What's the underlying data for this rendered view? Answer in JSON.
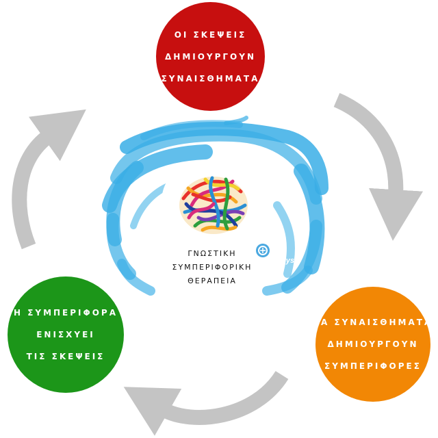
{
  "circles": {
    "thoughts": {
      "lines": [
        "ΟΙ ΣΚΕΨΕΙΣ",
        "ΔΗΜΙΟΥΡΓΟΥΝ",
        "ΣΥΝΑΙΣΘΗΜΑΤΑ"
      ],
      "color": "#c70f0f"
    },
    "emotions": {
      "lines": [
        "ΤΑ ΣΥΝΑΙΣΘΗΜΑΤΑ",
        "ΔΗΜΙΟΥΡΓΟΥΝ",
        "ΣΥΜΠΕΡΙΦΟΡΕΣ"
      ],
      "color": "#f28705"
    },
    "behavior": {
      "lines": [
        "Η ΣΥΜΠΕΡΙΦΟΡΑ",
        "ΕΝΙΣΧΥΕΙ",
        "ΤΙΣ ΣΚΕΨΕΙΣ"
      ],
      "color": "#1c9619"
    }
  },
  "center": {
    "lines": [
      "ΓΝΩΣΤΙΚΗ",
      "ΣΥΜΠΕΡΙΦΟΡΙΚΗ",
      "ΘΕΡΑΠΕΙΑ"
    ]
  },
  "logo": {
    "text": "Pathways"
  },
  "colors": {
    "arrow": "#c4c4c4",
    "head_paint": "#39aee6",
    "head_silhouette": "#ffffff"
  },
  "icons": {
    "head": "head-silhouette-icon",
    "brain": "scribble-brain-icon",
    "arrow": "cycle-arrow-icon"
  }
}
